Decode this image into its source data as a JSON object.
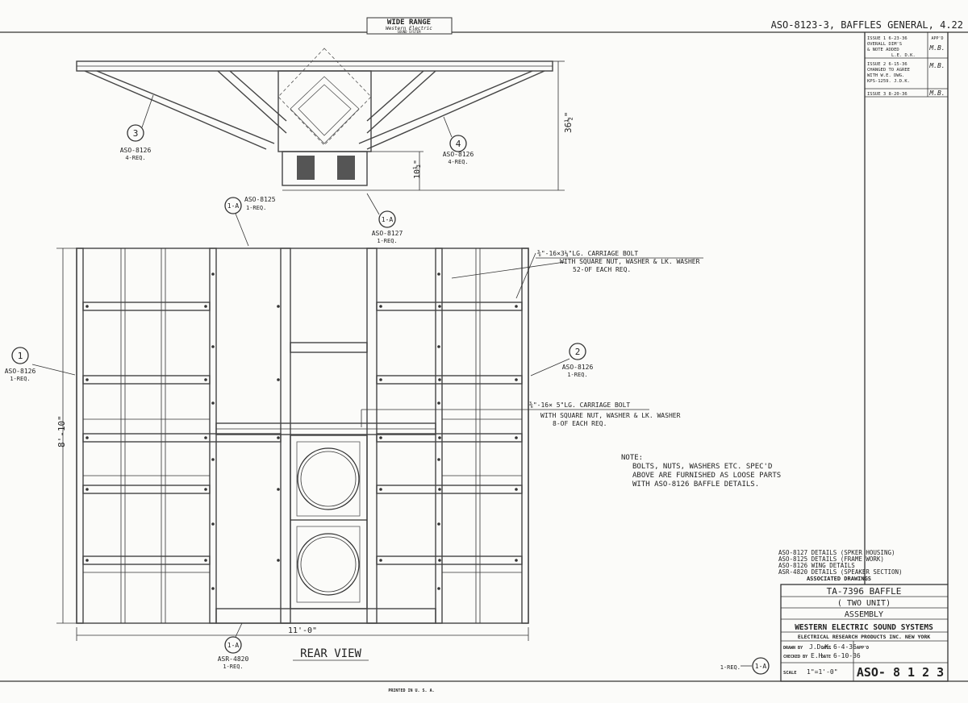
{
  "header": {
    "logo_line1": "WIDE RANGE",
    "logo_line2": "Western Electric",
    "logo_line3": "SOUND SYSTEM",
    "sheet_title": "ASO-8123-3, BAFFLES GENERAL, 4.22"
  },
  "revisions": {
    "col_approved": "APP'D",
    "issue1": {
      "lines": [
        "ISSUE 1 6-23-36",
        "OVERALL DIM'S",
        "& NOTE ADDED",
        "L.E. D.K."
      ],
      "appd": "M.B."
    },
    "issue2": {
      "lines": [
        "ISSUE 2 6-15-36",
        "CHANGED TO AGREE",
        "WITH W.E. DWG.",
        "KPS-1259. J.D.K."
      ],
      "appd": "M.B."
    },
    "issue3": {
      "lines": [
        "ISSUE 3 8-20-36"
      ],
      "appd": "M.B."
    }
  },
  "callouts": {
    "c3": {
      "num": "3",
      "part": "ASO-8126",
      "qty": "4-REQ."
    },
    "c4": {
      "num": "4",
      "part": "ASO-8126",
      "qty": "4-REQ."
    },
    "c1a_top": {
      "num": "1-A",
      "part": "ASO-8125",
      "qty": "1-REQ."
    },
    "c1a_mid": {
      "num": "1-A",
      "part": "ASO-8127",
      "qty": "1-REQ."
    },
    "c1": {
      "num": "1",
      "part": "ASO-8126",
      "qty": "1-REQ."
    },
    "c2": {
      "num": "2",
      "part": "ASO-8126",
      "qty": "1-REQ."
    },
    "c1a_bottom": {
      "num": "1-A",
      "part": "ASR-4820",
      "qty": "1-REQ."
    },
    "c1a_title": {
      "num": "1-A",
      "qty": "1-REQ."
    }
  },
  "dimensions": {
    "height_top": "36½\"",
    "height_small": "10½\"",
    "height_overall": "8'-10\"",
    "width_overall": "11'-0\""
  },
  "bolt_notes": {
    "note1": [
      "⅜\"-16×3¼\"LG. CARRIAGE BOLT",
      "WITH SQUARE NUT, WASHER & LK. WASHER",
      "52-OF EACH REQ."
    ],
    "note2": [
      "⅜\"-16× 5\"LG. CARRIAGE BOLT",
      "WITH SQUARE NUT, WASHER & LK. WASHER",
      "8-OF EACH REQ."
    ]
  },
  "general_note": [
    "NOTE:",
    "BOLTS, NUTS, WASHERS ETC. SPEC'D",
    "ABOVE ARE FURNISHED AS LOOSE PARTS",
    "WITH ASO-8126 BAFFLE DETAILS."
  ],
  "view_label": "REAR VIEW",
  "associated_drawings": {
    "lines": [
      "ASO-8127  DETAILS (SPKER HOUSING)",
      "ASO-8125  DETAILS (FRAME WORK)",
      "ASO-8126  WING DETAILS",
      "ASR-4820  DETAILS (SPEAKER SECTION)"
    ],
    "label": "ASSOCIATED DRAWINGS"
  },
  "title_block": {
    "title1": "TA-7396 BAFFLE",
    "title2": "( TWO UNIT)",
    "title3": "ASSEMBLY",
    "company": "WESTERN ELECTRIC SOUND SYSTEMS",
    "subcompany": "ELECTRICAL RESEARCH PRODUCTS INC. NEW YORK",
    "drawn_label": "DRAWN BY",
    "drawn_by": "J.D.K.",
    "drawn_date_label": "DATE",
    "drawn_date": "6-4-36",
    "checked_label": "CHECKED BY",
    "checked_by": "E.H.",
    "checked_date_label": "DATE",
    "checked_date": "6-10-36",
    "appd_label": "APP'D",
    "scale_label": "SCALE",
    "scale": "1\"=1'-0\"",
    "drawing_number": "ASO- 8 1 2 3"
  },
  "footer": {
    "printed": "PRINTED IN U. S. A."
  }
}
